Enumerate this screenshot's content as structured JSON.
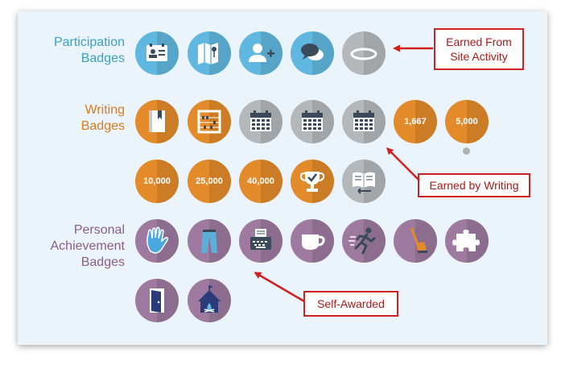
{
  "sections": [
    {
      "id": "participation",
      "label_lines": [
        "Participation",
        "Badges"
      ],
      "color": "#3aa0c2",
      "badge_color": "#60b8e0"
    },
    {
      "id": "writing",
      "label_lines": [
        "Writing",
        "Badges"
      ],
      "color": "#e07a1f",
      "badge_color": "#e38b2a"
    },
    {
      "id": "personal",
      "label_lines": [
        "Personal",
        "Achievement",
        "Badges"
      ],
      "color": "#8a5e88",
      "badge_color": "#9e7aa0"
    }
  ],
  "gray_badge_color": "#b5b8ba",
  "writing_numbers": {
    "n1667": "1,667",
    "n5000": "5,000",
    "n10000": "10,000",
    "n25000": "25,000",
    "n40000": "40,000"
  },
  "badges": {
    "participation": [
      "id-card-icon",
      "map-icon",
      "add-user-icon",
      "chat-bubbles-icon",
      "halo-icon"
    ],
    "writing": [
      "book-icon",
      "abacus-icon",
      "calendar-icon",
      "calendar-icon",
      "calendar-icon",
      "1,667",
      "5,000",
      "10,000",
      "25,000",
      "40,000",
      "trophy-icon",
      "open-book-icon"
    ],
    "personal": [
      "raised-hand-icon",
      "jeans-icon",
      "typewriter-icon",
      "coffee-cup-icon",
      "runner-icon",
      "vacuum-icon",
      "puzzle-piece-icon",
      "door-icon",
      "campfire-tent-icon"
    ]
  },
  "callouts": {
    "participation": [
      "Earned From",
      "Site Activity"
    ],
    "writing": "Earned by Writing",
    "personal": "Self-Awarded"
  },
  "colors": {
    "panel_bg": "#eaf4fa",
    "callout_border": "#d02020",
    "callout_text": "#b01818"
  }
}
